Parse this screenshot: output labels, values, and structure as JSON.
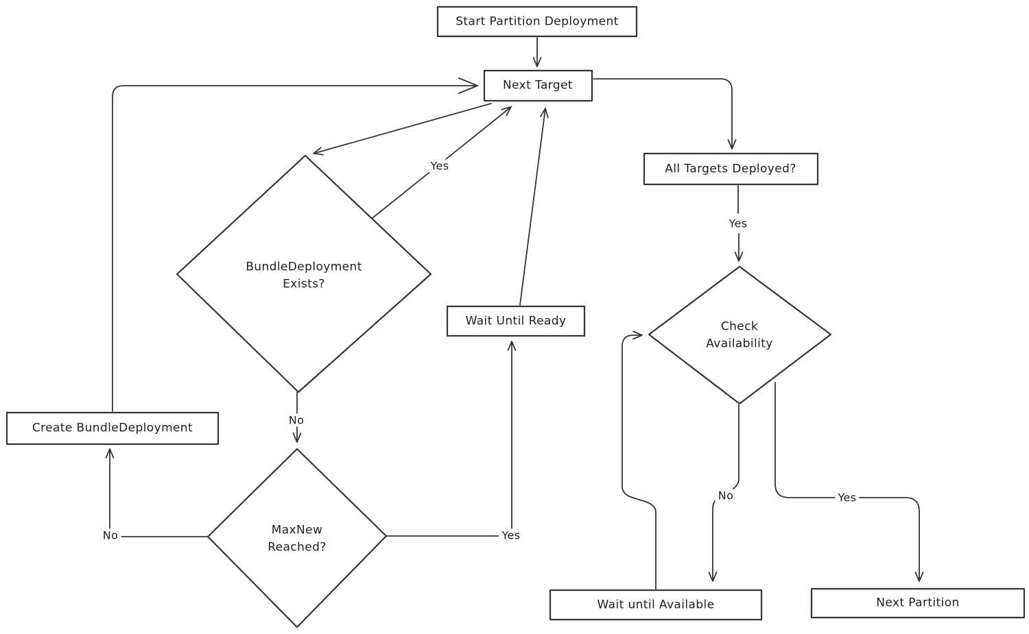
{
  "diagram": {
    "colors": {
      "stroke": "#343434",
      "text": "#1e1e1e",
      "background": "#ffffff"
    },
    "nodes": {
      "start": {
        "label": "Start Partition Deployment",
        "shape": "rect"
      },
      "next_target": {
        "label": "Next Target",
        "shape": "rect"
      },
      "all_targets_deployed": {
        "label": "All Targets Deployed?",
        "shape": "rect"
      },
      "bundle_deployment_exists": {
        "label": "BundleDeployment\nExists?",
        "shape": "diamond"
      },
      "wait_until_ready": {
        "label": "Wait Until Ready",
        "shape": "rect"
      },
      "create_bundle_deployment": {
        "label": "Create BundleDeployment",
        "shape": "rect"
      },
      "maxnew_reached": {
        "label": "MaxNew\nReached?",
        "shape": "diamond"
      },
      "check_availability": {
        "label": "Check\nAvailability",
        "shape": "diamond"
      },
      "wait_until_available": {
        "label": "Wait until Available",
        "shape": "rect"
      },
      "next_partition": {
        "label": "Next Partition",
        "shape": "rect"
      }
    },
    "edge_labels": {
      "bundle_exists_yes": "Yes",
      "bundle_exists_no": "No",
      "maxnew_no": "No",
      "maxnew_yes": "Yes",
      "all_targets_yes": "Yes",
      "check_availability_no": "No",
      "check_availability_yes": "Yes"
    }
  }
}
